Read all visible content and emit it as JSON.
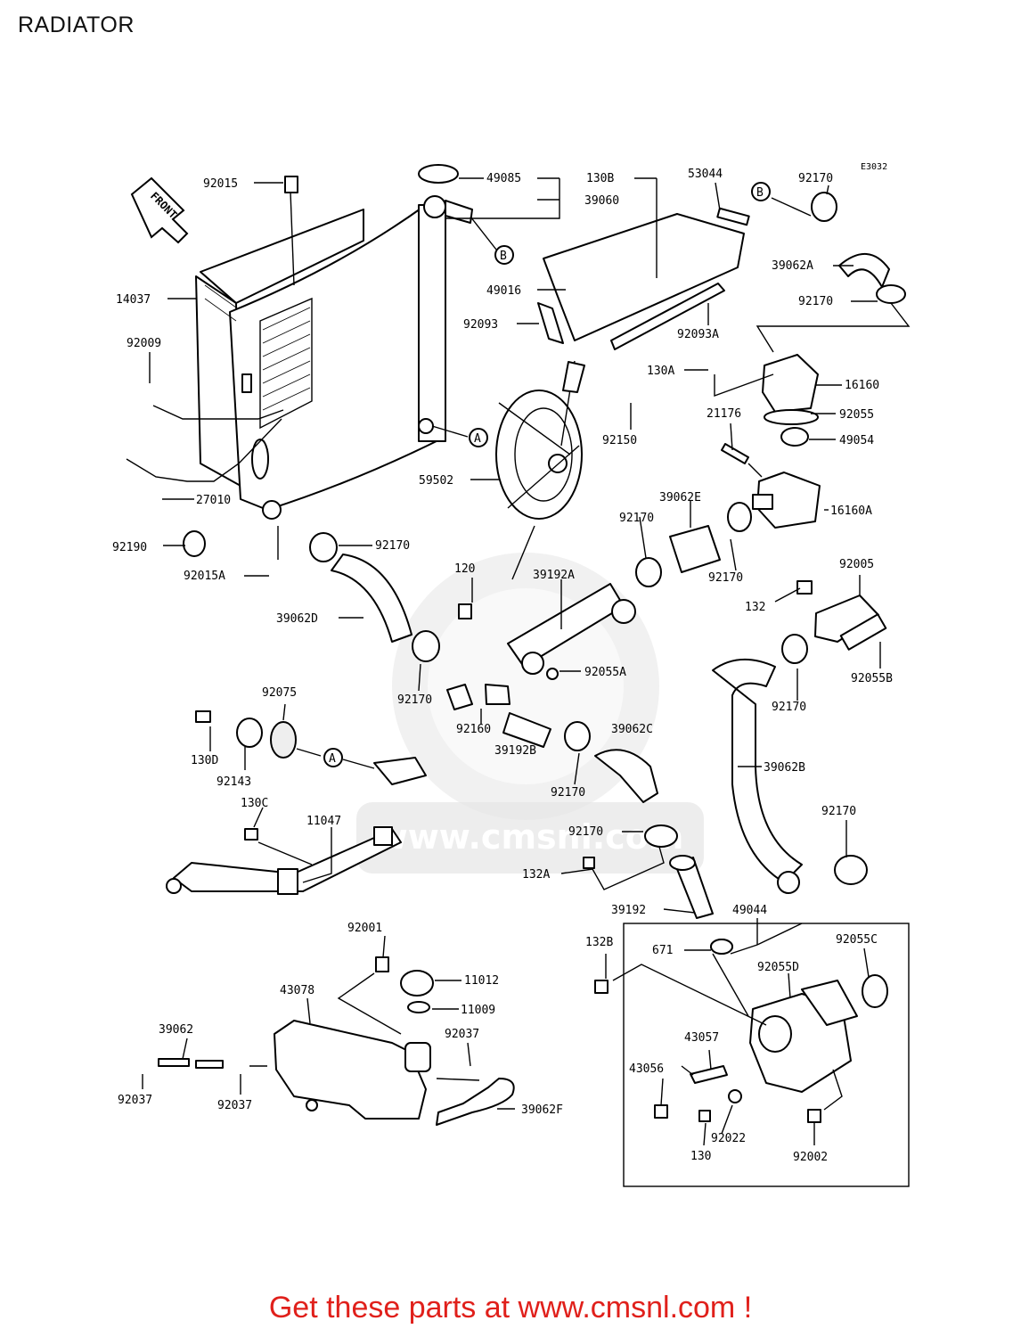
{
  "title": "RADIATOR",
  "footer": "Get these parts at www.cmsnl.com !",
  "code": "E3032",
  "front_label": "FRONT",
  "watermark": "www.cmsnl.com",
  "colors": {
    "footer": "#e0201b",
    "ink": "#000000"
  },
  "callouts": {
    "A": "A",
    "B": "B"
  },
  "parts": {
    "p92015": "92015",
    "p49085": "49085",
    "p39060": "39060",
    "p130B": "130B",
    "p53044": "53044",
    "p92170a": "92170",
    "p39062A": "39062A",
    "p92170b": "92170",
    "p14037": "14037",
    "p49016": "49016",
    "p92093": "92093",
    "p92093A": "92093A",
    "p92009": "92009",
    "p130A": "130A",
    "p16160": "16160",
    "p21176": "21176",
    "p92055": "92055",
    "p49054": "49054",
    "p92150": "92150",
    "p59502": "59502",
    "p39062E": "39062E",
    "p16160A": "16160A",
    "p27010": "27010",
    "p92190": "92190",
    "p92170c": "92170",
    "p92170d": "92170",
    "p92015A": "92015A",
    "p92170e": "92170",
    "p92005": "92005",
    "p120": "120",
    "p39192A": "39192A",
    "p132": "132",
    "p39062D": "39062D",
    "p92055A": "92055A",
    "p92170f": "92170",
    "p92055B": "92055B",
    "p92075": "92075",
    "p92170g": "92170",
    "p92160": "92160",
    "p39062C": "39062C",
    "p39192B": "39192B",
    "p130D": "130D",
    "p92143": "92143",
    "p92170h": "92170",
    "p39062B": "39062B",
    "p130C": "130C",
    "p11047": "11047",
    "p92170i": "92170",
    "p92170j": "92170",
    "p132A": "132A",
    "p39192": "39192",
    "p49044": "49044",
    "p92001": "92001",
    "p132B": "132B",
    "p671": "671",
    "p92055C": "92055C",
    "p92055D": "92055D",
    "p43078": "43078",
    "p11012": "11012",
    "p11009": "11009",
    "p39062": "39062",
    "p92037a": "92037",
    "p43057": "43057",
    "p43056": "43056",
    "p92037b": "92037",
    "p92037c": "92037",
    "p39062F": "39062F",
    "p92022": "92022",
    "p130": "130",
    "p92002": "92002"
  }
}
